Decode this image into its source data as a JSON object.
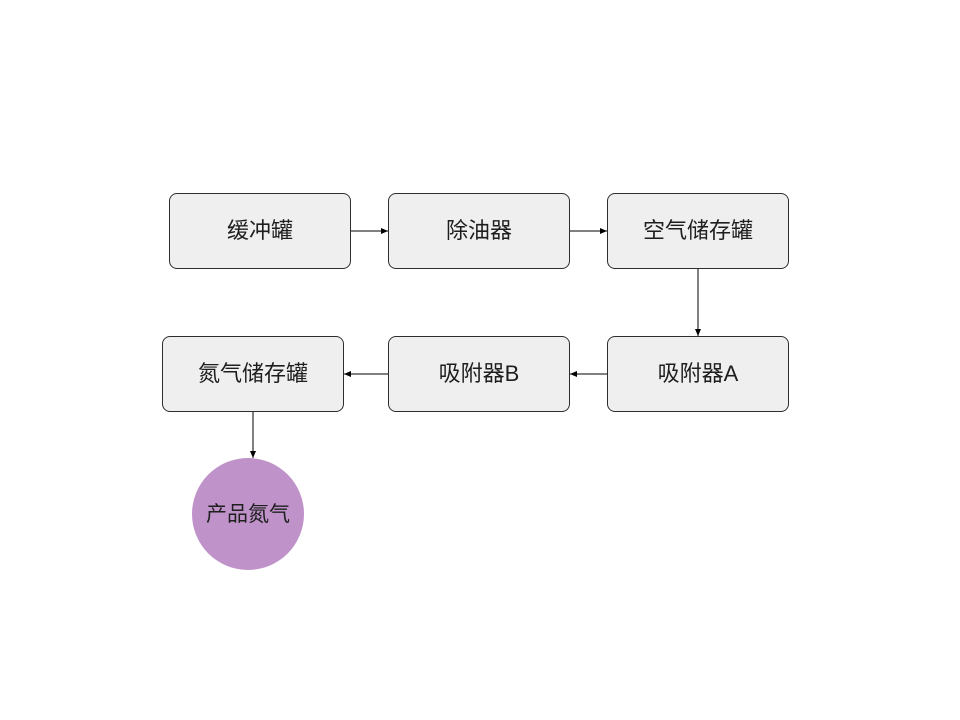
{
  "nodes": [
    {
      "label": "缓冲罐"
    },
    {
      "label": "除油器"
    },
    {
      "label": "空气储存罐"
    },
    {
      "label": "吸附器A"
    },
    {
      "label": "吸附器B"
    },
    {
      "label": "氮气储存罐"
    },
    {
      "label": "产品氮气"
    }
  ],
  "edges": [
    {
      "from": 0,
      "to": 1
    },
    {
      "from": 1,
      "to": 2
    },
    {
      "from": 2,
      "to": 3
    },
    {
      "from": 3,
      "to": 4
    },
    {
      "from": 4,
      "to": 5
    },
    {
      "from": 5,
      "to": 6
    }
  ],
  "colors": {
    "node_fill": "#efefef",
    "node_border": "#2e2e2e",
    "product_fill": "#bf93c9",
    "text": "#1e1e1e",
    "edge": "#000000"
  }
}
